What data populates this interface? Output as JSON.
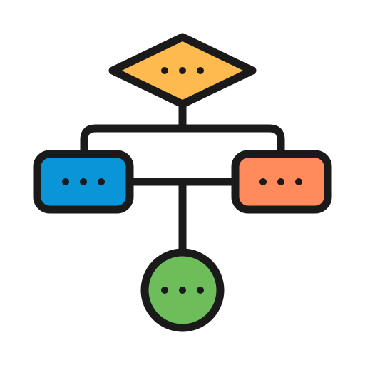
{
  "icon": {
    "name": "flowchart-icon",
    "nodes": [
      {
        "id": "decision",
        "shape": "diamond",
        "label": "…",
        "fill": "#FFBA4F"
      },
      {
        "id": "left",
        "shape": "rounded-rect",
        "label": "…",
        "fill": "#0A95D8"
      },
      {
        "id": "right",
        "shape": "rounded-rect",
        "label": "…",
        "fill": "#FF8A5B"
      },
      {
        "id": "bottom",
        "shape": "circle",
        "label": "…",
        "fill": "#6DBE5A"
      }
    ],
    "edges": [
      {
        "from": "decision",
        "to": "left"
      },
      {
        "from": "decision",
        "to": "right"
      },
      {
        "from": "left",
        "to": "right"
      },
      {
        "from": "left",
        "to": "bottom"
      }
    ],
    "colors": {
      "outline": "#1A1A1A",
      "background": "#FFFFFF"
    }
  }
}
